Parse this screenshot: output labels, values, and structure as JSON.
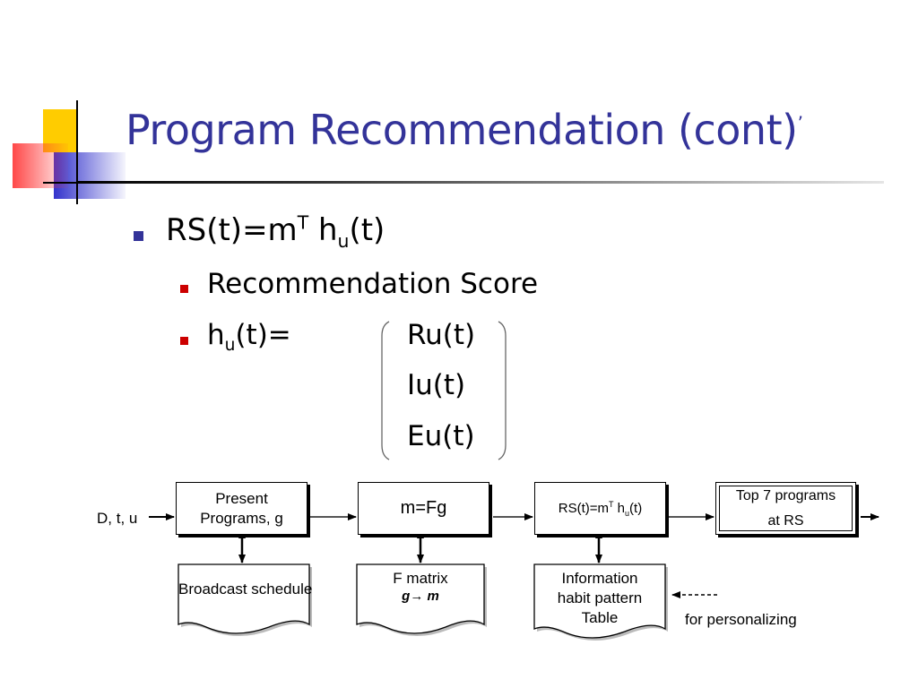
{
  "slide": {
    "title": "Program Recommendation (cont)",
    "title_mark": "’",
    "bullet1": {
      "main": "RS(t)=m",
      "sup": "T",
      "mid": " h",
      "sub": "u",
      "tail": "(t)"
    },
    "bullet2": "Recommendation Score",
    "bullet3": {
      "main": "h",
      "sub": "u",
      "tail": "(t)="
    },
    "vector": [
      "Ru(t)",
      "Iu(t)",
      "Eu(t)"
    ]
  },
  "diagram": {
    "input_label": "D, t, u",
    "box1": {
      "line1": "Present",
      "line2": "Programs, g"
    },
    "box2": "m=Fg",
    "box3": {
      "main": "RS(t)=m",
      "sup": "T",
      "mid": " h",
      "sub": "u",
      "tail": "(t)"
    },
    "box4": {
      "line1": "Top 7 programs",
      "line2": "at RS"
    },
    "doc1": "Broadcast schedule",
    "doc2": {
      "line1": "F matrix",
      "line2": "g→ m"
    },
    "doc3": {
      "line1": "Information",
      "line2": "habit pattern",
      "line3": "Table"
    },
    "side_label": "for personalizing"
  },
  "colors": {
    "title": "#333399",
    "bullet_level1": "#333399",
    "bullet_level2": "#cc0000",
    "logo_yellow": "#ffcc00",
    "logo_blue": "#3333cc",
    "logo_red": "#ff3333"
  }
}
